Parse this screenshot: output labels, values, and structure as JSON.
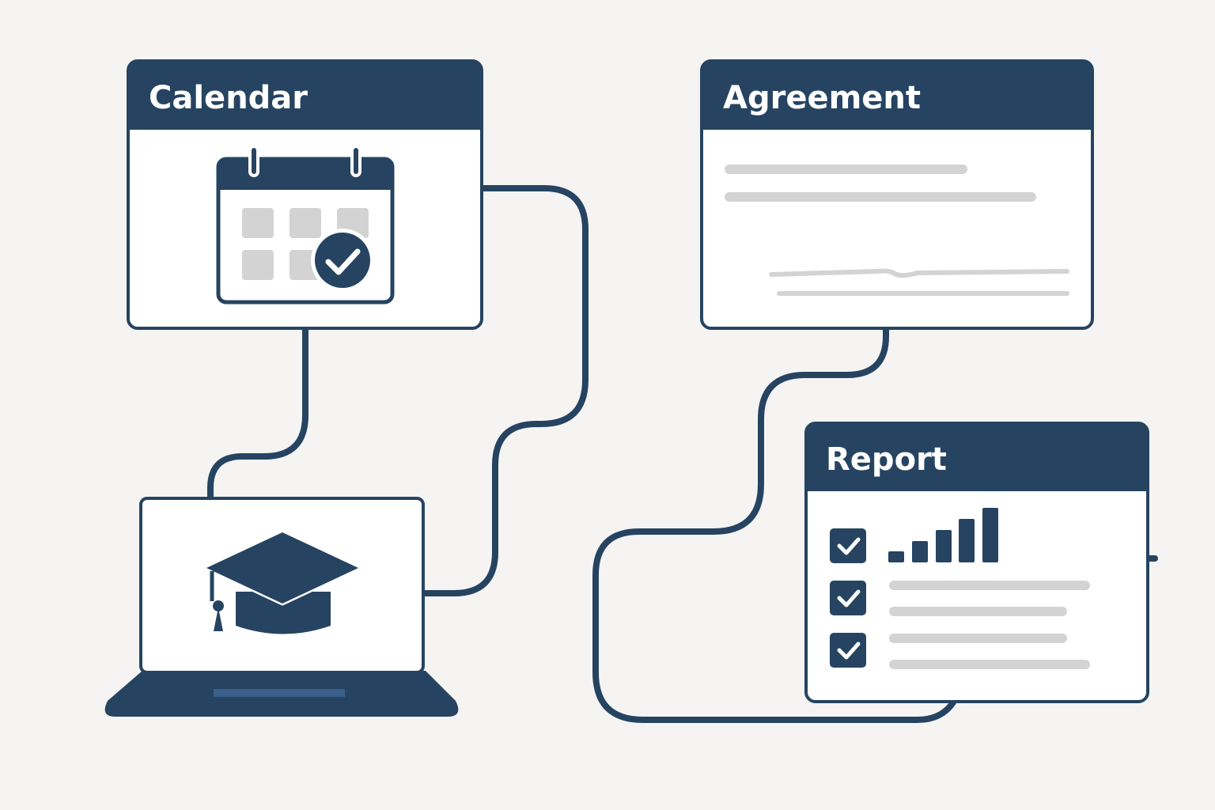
{
  "colors": {
    "primary": "#264461",
    "background": "#f5f4f3",
    "placeholder": "#d3d3d3",
    "card_fill": "#ffffff"
  },
  "cards": {
    "calendar": {
      "title": "Calendar",
      "icon": "calendar-check-icon"
    },
    "agreement": {
      "title": "Agreement",
      "icon": "document-lines"
    },
    "report": {
      "title": "Report",
      "icons": [
        "checkbox-icon",
        "bar-chart-icon"
      ]
    },
    "laptop": {
      "icon": "graduation-cap-icon"
    }
  },
  "report_checklist": {
    "checked": [
      true,
      true,
      true
    ]
  }
}
